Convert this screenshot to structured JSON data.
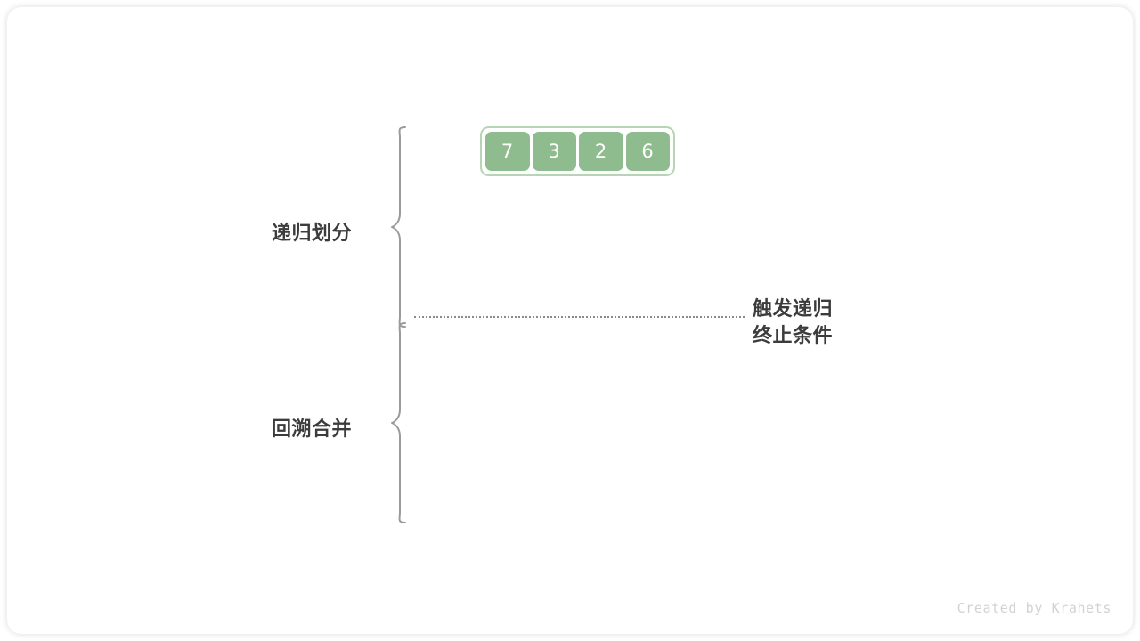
{
  "figure": {
    "title_credit": "Created by Krahets",
    "colors": {
      "cell_fill": "#8fbc8f",
      "cell_border": "#b5d5b5",
      "cell_text": "#ffffff",
      "label_text": "#3c3c3c",
      "divider": "#8a8a8a",
      "credit_text": "#d2d2d2",
      "card_background": "#ffffff"
    }
  },
  "array": {
    "name": "unsorted-array",
    "cells": [
      {
        "value": "7"
      },
      {
        "value": "3"
      },
      {
        "value": "2"
      },
      {
        "value": "6"
      }
    ]
  },
  "sections": {
    "divide": {
      "label": "递归划分"
    },
    "merge": {
      "label": "回溯合并"
    }
  },
  "annotations": {
    "base_case": {
      "line1": "触发递归",
      "line2": "终止条件"
    }
  }
}
